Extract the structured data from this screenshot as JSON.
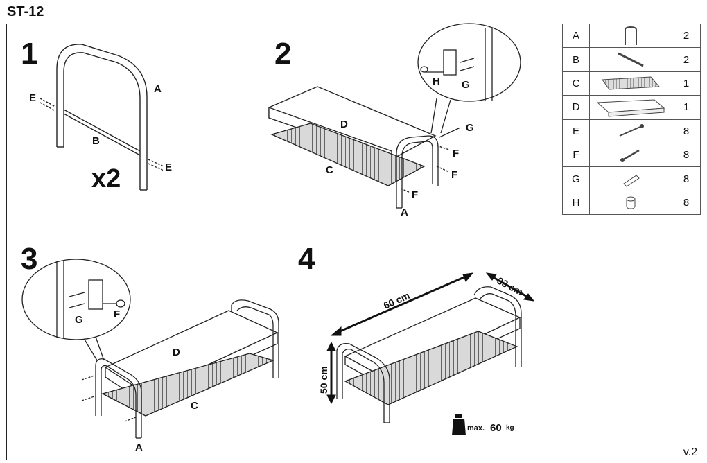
{
  "title": "ST-12",
  "version": "v.2",
  "steps": [
    {
      "number": "1",
      "labels": {
        "A": "A",
        "B": "B",
        "E_left": "E",
        "E_right": "E"
      },
      "multiplier": "x2"
    },
    {
      "number": "2",
      "labels": {
        "D": "D",
        "C": "C",
        "G": "G",
        "F1": "F",
        "F2": "F",
        "F3": "F",
        "A": "A",
        "H_zoom": "H",
        "G_zoom": "G"
      }
    },
    {
      "number": "3",
      "labels": {
        "D": "D",
        "C": "C",
        "A": "A",
        "G_zoom": "G",
        "F_zoom": "F"
      }
    },
    {
      "number": "4",
      "dimensions": {
        "length": "60 cm",
        "depth": "33 cm",
        "height": "50 cm"
      },
      "max_load": {
        "prefix": "max.",
        "value": "60",
        "unit": "kg"
      }
    }
  ],
  "parts": [
    {
      "letter": "A",
      "icon": "u-frame-icon",
      "qty": "2"
    },
    {
      "letter": "B",
      "icon": "crossbar-icon",
      "qty": "2"
    },
    {
      "letter": "C",
      "icon": "slatted-shelf-icon",
      "qty": "1"
    },
    {
      "letter": "D",
      "icon": "cushion-icon",
      "qty": "1"
    },
    {
      "letter": "E",
      "icon": "long-screw-icon",
      "qty": "8"
    },
    {
      "letter": "F",
      "icon": "bolt-icon",
      "qty": "8"
    },
    {
      "letter": "G",
      "icon": "wall-plug-icon",
      "qty": "8"
    },
    {
      "letter": "H",
      "icon": "barrel-nut-icon",
      "qty": "8"
    }
  ]
}
